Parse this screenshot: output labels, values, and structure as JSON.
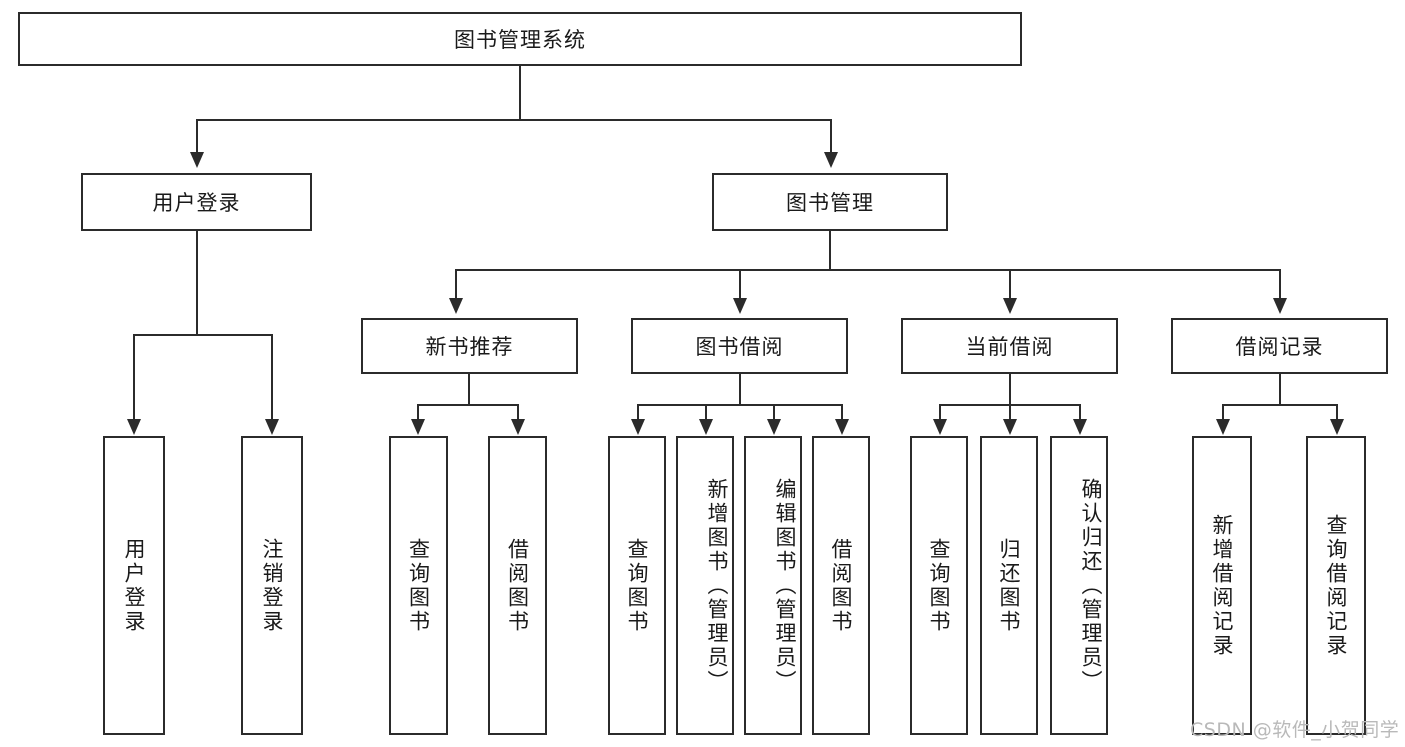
{
  "diagram": {
    "type": "tree",
    "title": "图书管理系统",
    "root": {
      "id": "root",
      "label": "图书管理系统"
    },
    "level2": [
      {
        "id": "user-login",
        "label": "用户登录"
      },
      {
        "id": "book-manage",
        "label": "图书管理"
      }
    ],
    "level3": [
      {
        "id": "new-book-recommend",
        "label": "新书推荐"
      },
      {
        "id": "book-borrow",
        "label": "图书借阅"
      },
      {
        "id": "current-borrow",
        "label": "当前借阅"
      },
      {
        "id": "borrow-record",
        "label": "借阅记录"
      }
    ],
    "leaves": {
      "user_login": [
        {
          "id": "leaf-user-login",
          "label": "用户登录"
        },
        {
          "id": "leaf-logout-login",
          "label": "注销登录"
        }
      ],
      "new_book_recommend": [
        {
          "id": "leaf-query-book-1",
          "label": "查询图书"
        },
        {
          "id": "leaf-borrow-book-1",
          "label": "借阅图书"
        }
      ],
      "book_borrow": [
        {
          "id": "leaf-query-book-2",
          "label": "查询图书"
        },
        {
          "id": "leaf-add-book",
          "label": "新增图书（管理员）"
        },
        {
          "id": "leaf-edit-book",
          "label": "编辑图书（管理员）"
        },
        {
          "id": "leaf-borrow-book-2",
          "label": "借阅图书"
        }
      ],
      "current_borrow": [
        {
          "id": "leaf-query-book-3",
          "label": "查询图书"
        },
        {
          "id": "leaf-return-book",
          "label": "归还图书"
        },
        {
          "id": "leaf-confirm-return",
          "label": "确认归还（管理员）"
        }
      ],
      "borrow_record": [
        {
          "id": "leaf-add-record",
          "label": "新增借阅记录"
        },
        {
          "id": "leaf-query-record",
          "label": "查询借阅记录"
        }
      ]
    }
  },
  "watermark": {
    "text": "CSDN @软件_小贺同学"
  },
  "colors": {
    "stroke": "#2b2b2b",
    "background": "#ffffff",
    "text": "#1a1a1a",
    "watermark": "#b9b9b9"
  }
}
